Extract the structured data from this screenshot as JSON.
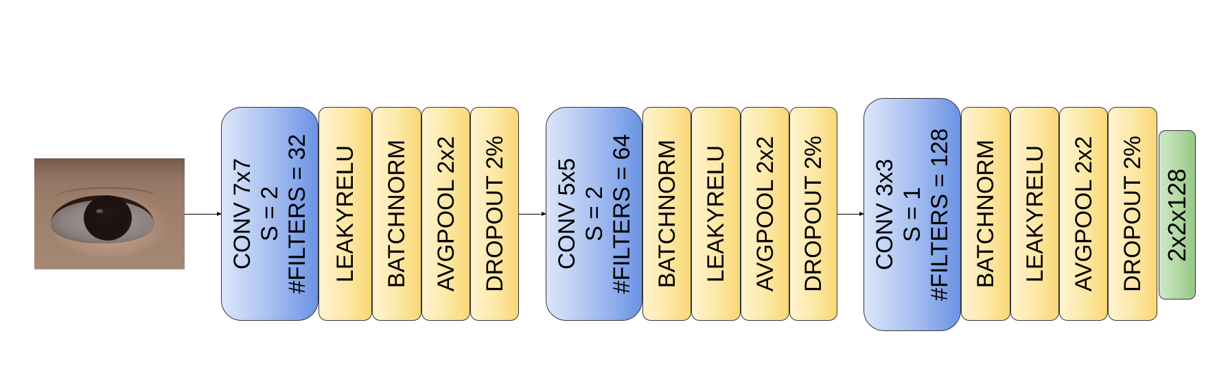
{
  "input": {
    "icon": "eye-photo"
  },
  "blocks": [
    {
      "conv": {
        "lines": [
          "CONV 7x7",
          "S = 2",
          "#FILTERS = 32"
        ]
      },
      "ops": [
        "LEAKYRELU",
        "BATCHNORM",
        "AVGPOOL 2x2",
        "DROPOUT 2%"
      ]
    },
    {
      "conv": {
        "lines": [
          "CONV 5x5",
          "S = 2",
          "#FILTERS = 64"
        ]
      },
      "ops": [
        "BATCHNORM",
        "LEAKYRELU",
        "AVGPOOL 2x2",
        "DROPOUT 2%"
      ]
    },
    {
      "conv": {
        "lines": [
          "CONV 3x3",
          "S = 1",
          "#FILTERS = 128"
        ]
      },
      "ops": [
        "BATCHNORM",
        "LEAKYRELU",
        "AVGPOOL 2x2",
        "DROPOUT 2%"
      ]
    }
  ],
  "output": {
    "label": "2x2x128"
  },
  "colors": {
    "conv": "#6a93e4",
    "op": "#f8d775",
    "output": "#95c784",
    "arrow": "#000000"
  }
}
